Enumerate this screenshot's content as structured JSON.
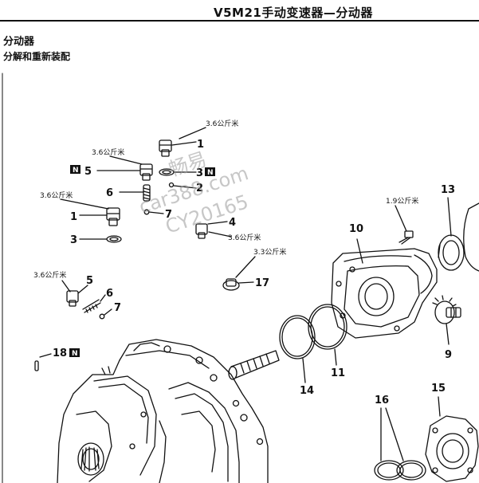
{
  "header": {
    "title": "V5M21手动变速器—分动器"
  },
  "section": {
    "title": "分动器",
    "subtitle": "分解和重新装配"
  },
  "watermark": {
    "line1": "畅易",
    "line2": "car388.com",
    "line3": "CY20165"
  },
  "torque": "3.6公斤米",
  "torque_small": "3.3公斤米",
  "torque_tiny": "1.9公斤米",
  "n_mark": "N",
  "parts": {
    "p1": "1",
    "p2": "2",
    "p3": "3",
    "p4": "4",
    "p5": "5",
    "p6": "6",
    "p7": "7",
    "p9": "9",
    "p10": "10",
    "p11": "11",
    "p13": "13",
    "p14": "14",
    "p15": "15",
    "p16": "16",
    "p17": "17",
    "p18": "18"
  },
  "colors": {
    "ink": "#111111",
    "watermark": "#9a9a9a"
  }
}
